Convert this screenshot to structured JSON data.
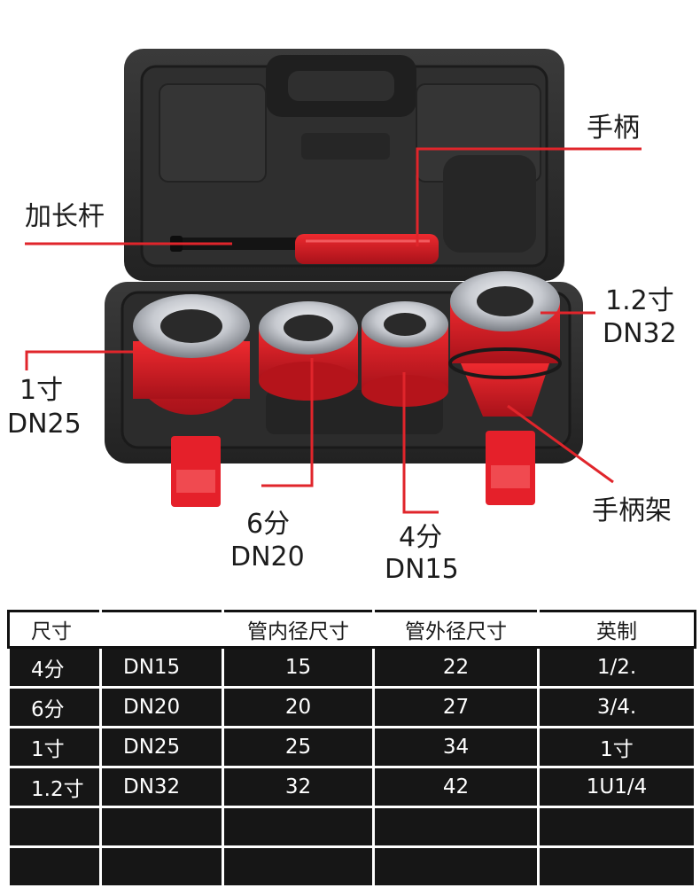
{
  "callouts": {
    "handle": "手柄",
    "extension_rod": "加长杆",
    "size_1_2cun": "1.2寸",
    "dn32": "DN32",
    "size_1cun": "1寸",
    "dn25": "DN25",
    "size_6fen": "6分",
    "dn20": "DN20",
    "size_4fen": "4分",
    "dn15": "DN15",
    "handle_rack": "手柄架"
  },
  "table": {
    "headers": [
      "尺寸",
      "",
      "管内径尺寸",
      "管外径尺寸",
      "英制"
    ],
    "rows": [
      [
        "4分",
        "DN15",
        "15",
        "22",
        "1/2."
      ],
      [
        "6分",
        "DN20",
        "20",
        "27",
        "3/4."
      ],
      [
        "1寸",
        "DN25",
        "25",
        "34",
        "1寸"
      ],
      [
        "1.2寸",
        "DN32",
        "32",
        "42",
        "1U1/4"
      ],
      [
        "",
        "",
        "",
        "",
        ""
      ],
      [
        "",
        "",
        "",
        "",
        ""
      ]
    ]
  },
  "colors": {
    "case": "#2b2b2b",
    "die": "#d81e24",
    "leader": "#e0252b",
    "chrome": "#c9ccd1",
    "table_row": "#161616"
  }
}
